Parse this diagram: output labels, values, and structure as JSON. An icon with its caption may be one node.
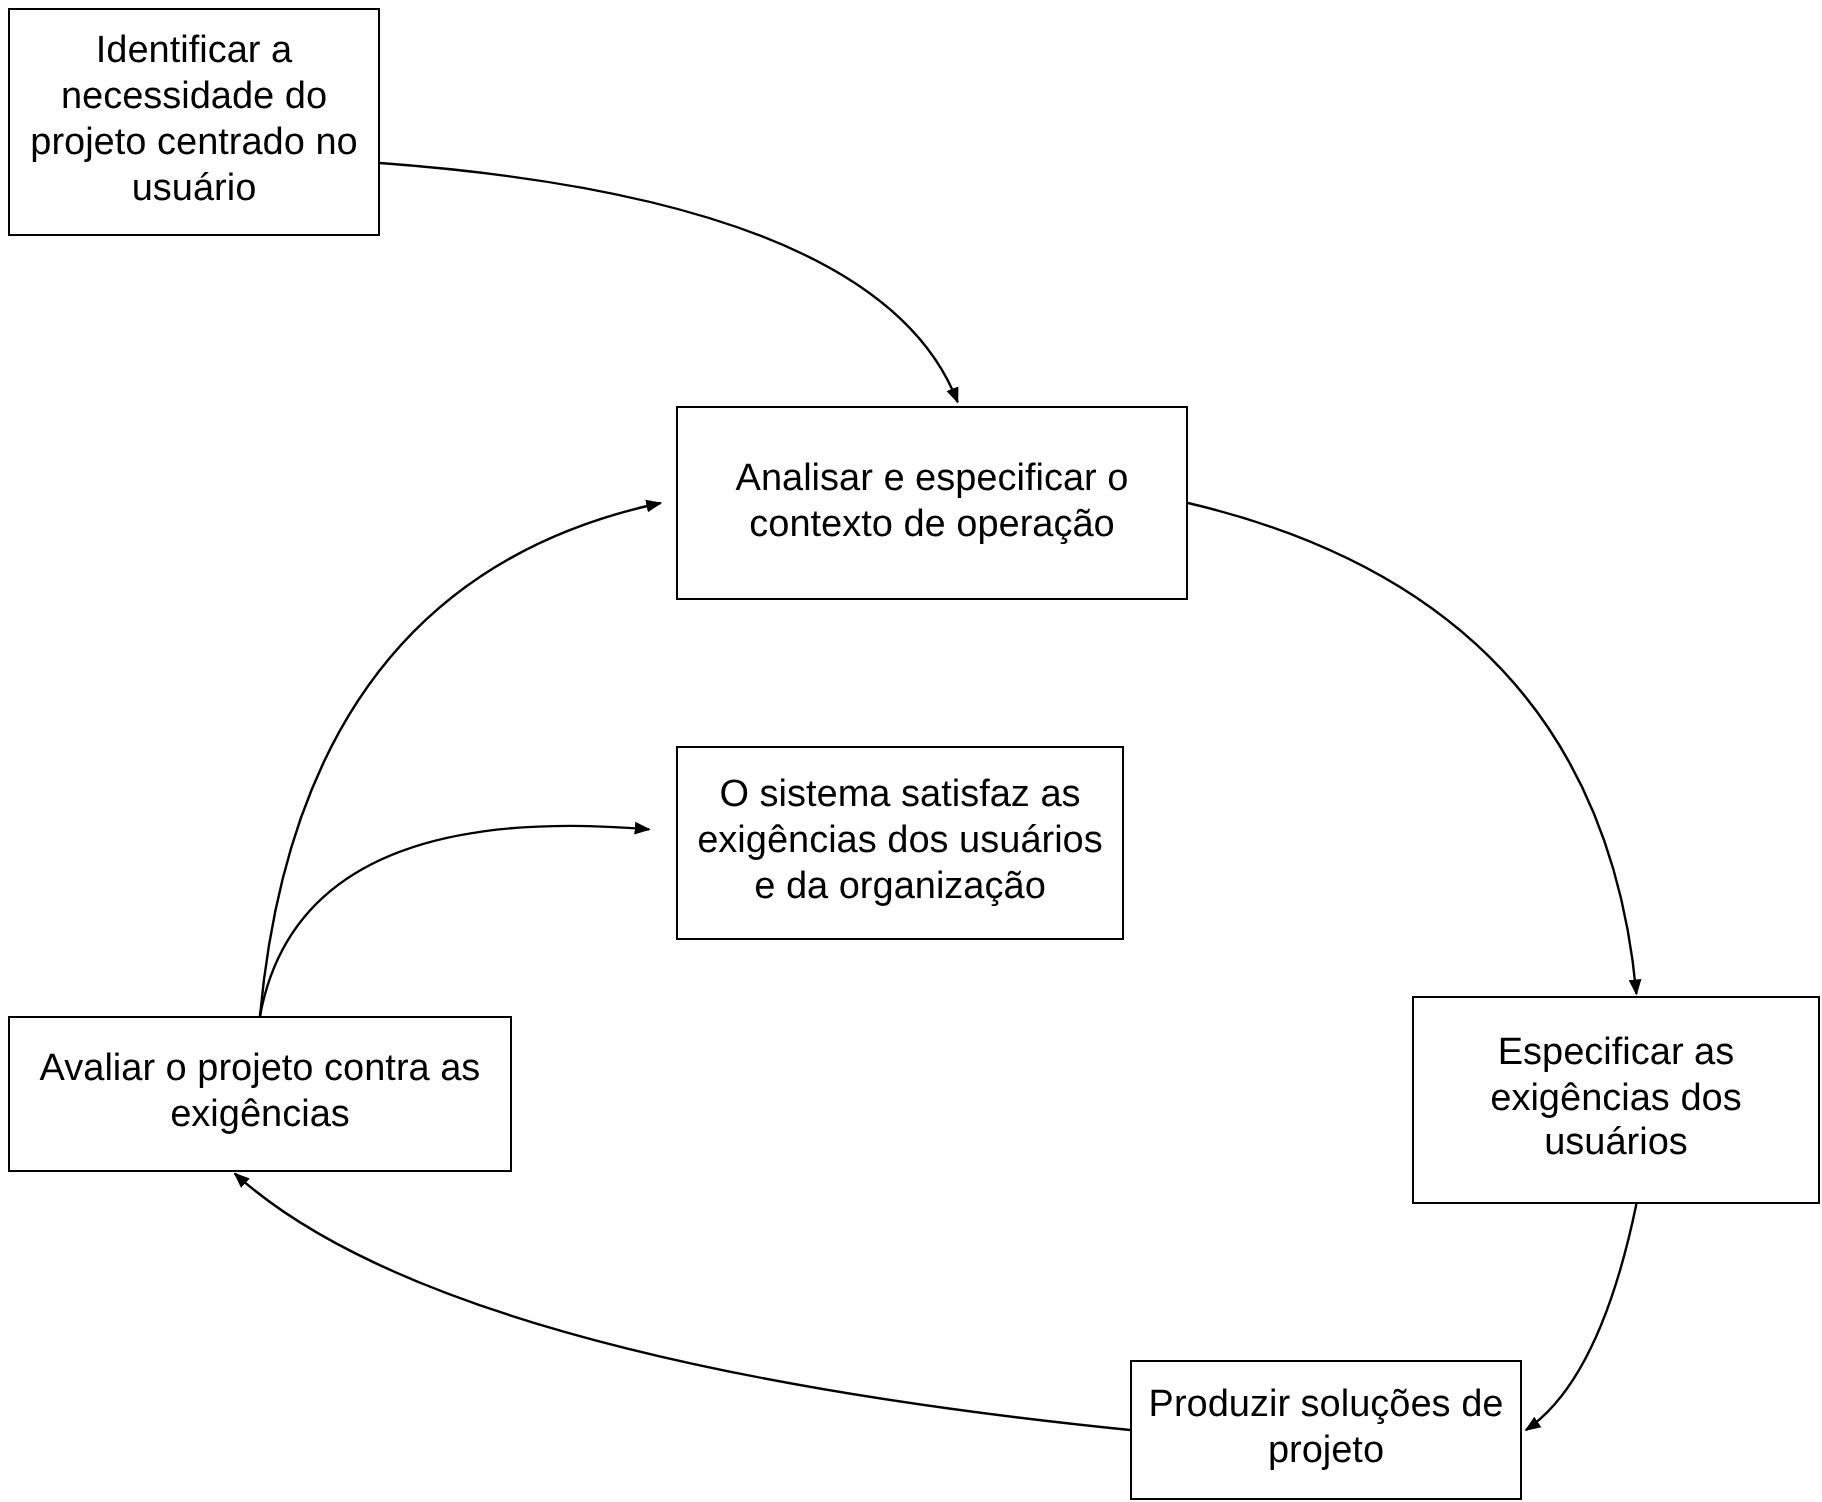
{
  "diagram": {
    "nodes": [
      {
        "text": [
          "Identificar a necessidade do projeto centrado no usuário"
        ]
      },
      {
        "text": [
          "Analisar e especificar o contexto de operação"
        ]
      },
      {
        "text": [
          "O sistema satisfaz as exigências dos usuários e da organização"
        ]
      },
      {
        "text": [
          "Avaliar o projeto contra as exigências"
        ]
      },
      {
        "text": [
          "Especificar as exigências dos usuários"
        ]
      },
      {
        "text": [
          "Produzir soluções de projeto"
        ]
      }
    ],
    "edges": [
      {
        "from": 0,
        "to": 1,
        "arrow": "to"
      },
      {
        "from": 1,
        "to": 4,
        "arrow": "to"
      },
      {
        "from": 4,
        "to": 5,
        "arrow": "to"
      },
      {
        "from": 5,
        "to": 3,
        "arrow": "to"
      },
      {
        "from": 3,
        "to": 1,
        "arrow": "to"
      },
      {
        "from": 3,
        "to": 2,
        "arrow": "to"
      }
    ]
  }
}
